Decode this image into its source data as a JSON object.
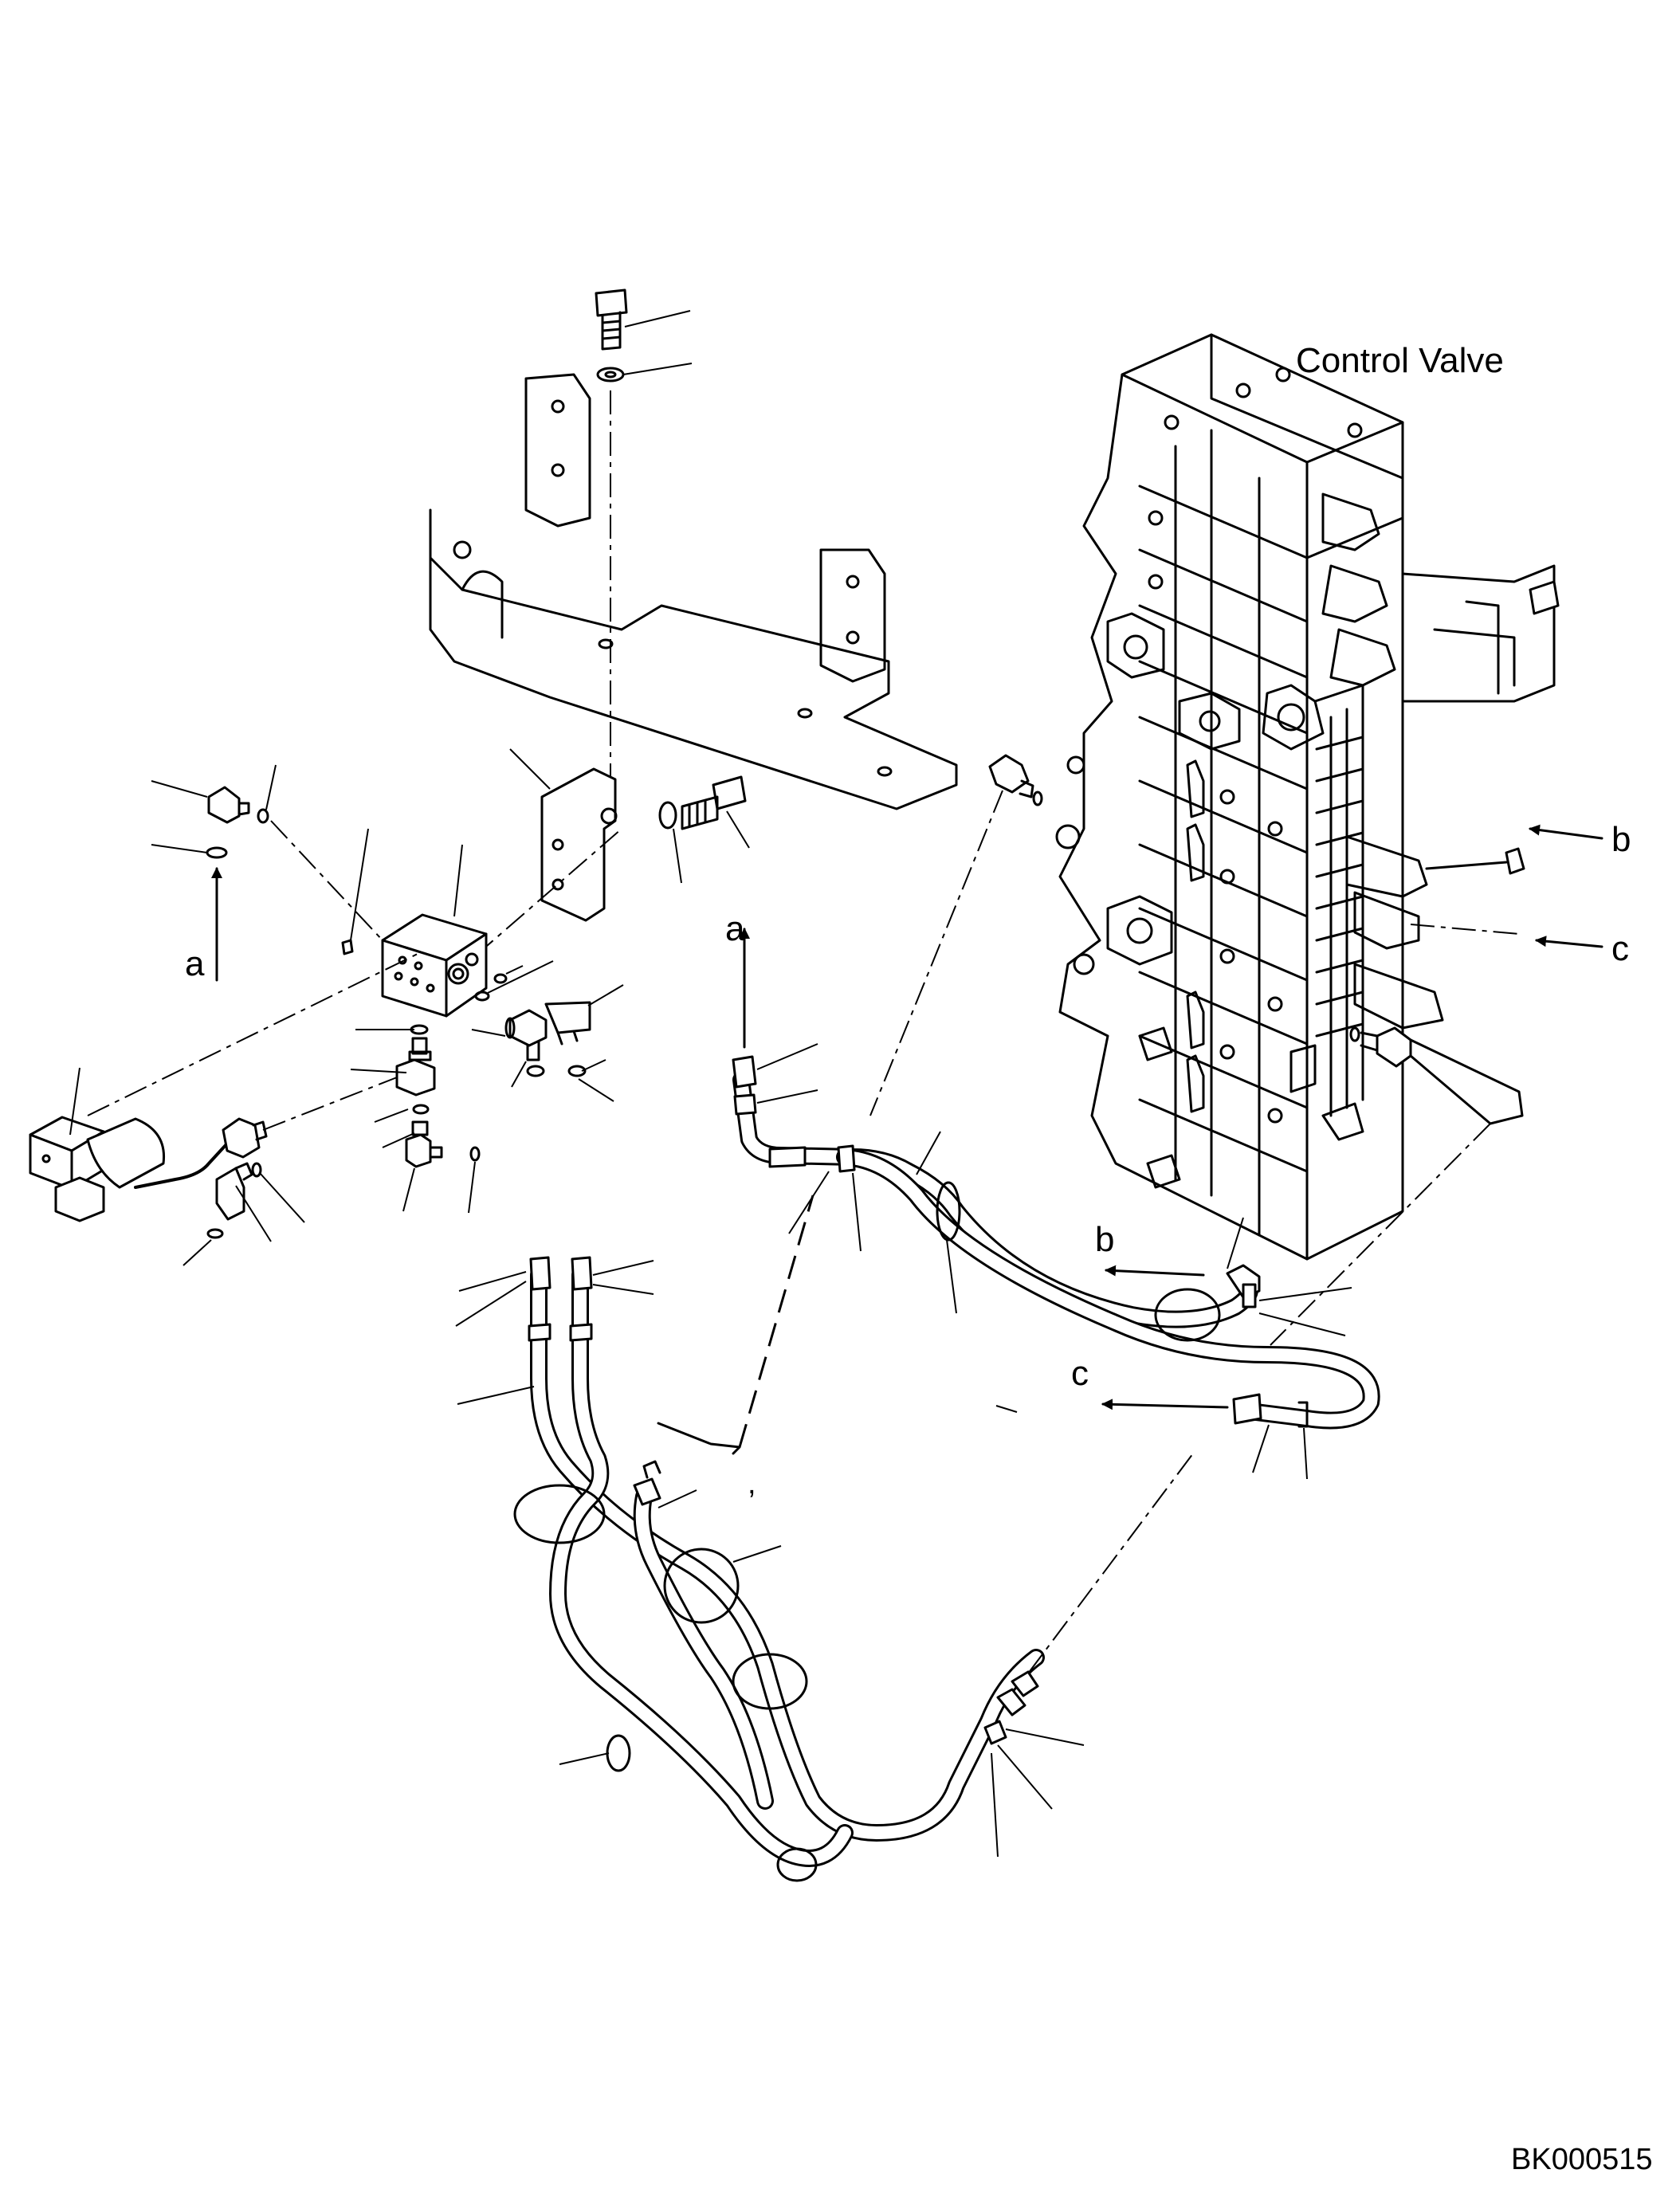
{
  "diagram": {
    "component_label": "Control Valve",
    "drawing_id": "BK000515",
    "stray_mark": ",",
    "refs": {
      "a_left": "a",
      "a_right": "a",
      "b_right": "b",
      "b_hose": "b",
      "c_right": "c",
      "c_hose": "c"
    }
  }
}
